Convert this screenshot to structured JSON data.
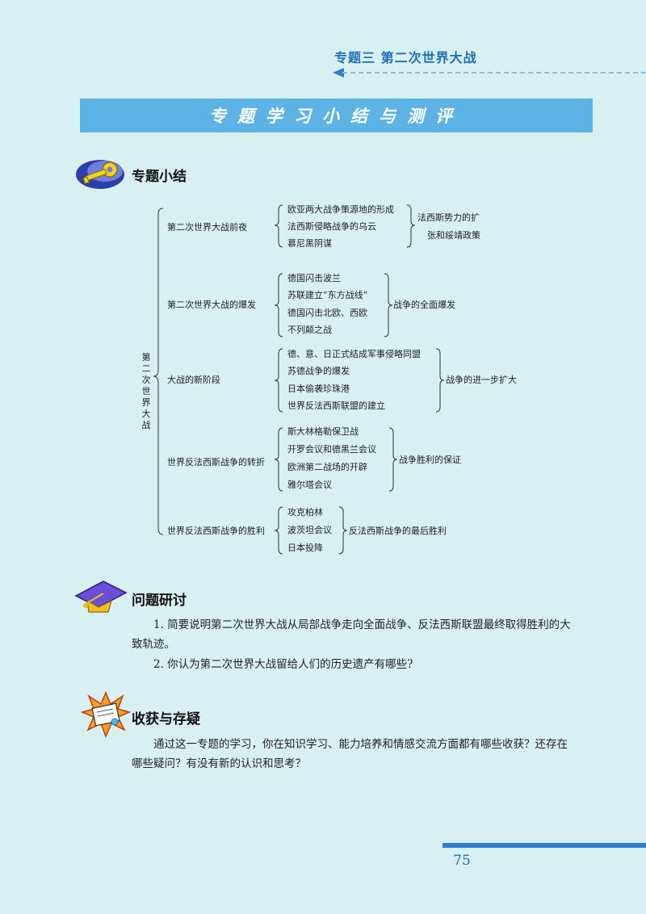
{
  "header": {
    "chapter_title": "专题三   第二次世界大战"
  },
  "banner": {
    "title": "专题学习小结与测评"
  },
  "summary": {
    "heading": "专题小结",
    "root_chars": [
      "第",
      "二",
      "次",
      "世",
      "界",
      "大",
      "战"
    ],
    "branches": [
      {
        "label": "第二次世界大战前夜",
        "items": [
          "欧亚两大战争策源地的形成",
          "法西斯侵略战争的乌云",
          "慕尼黑阴谋"
        ],
        "result_lines": [
          "法西斯势力的扩",
          "张和绥靖政策"
        ]
      },
      {
        "label": "第二次世界大战的爆发",
        "items": [
          "德国闪击波兰",
          "苏联建立“东方战线”",
          "德国闪击北欧、西欧",
          "不列颠之战"
        ],
        "result_lines": [
          "战争的全面爆发"
        ]
      },
      {
        "label": "大战的新阶段",
        "items": [
          "德、意、日正式结成军事侵略同盟",
          "苏德战争的爆发",
          "日本偷袭珍珠港",
          "世界反法西斯联盟的建立"
        ],
        "result_lines": [
          "战争的进一步扩大"
        ]
      },
      {
        "label": "世界反法西斯战争的转折",
        "items": [
          "斯大林格勒保卫战",
          "开罗会议和德黑兰会议",
          "欧洲第二战场的开辟",
          "雅尔塔会议"
        ],
        "result_lines": [
          "战争胜利的保证"
        ]
      },
      {
        "label": "世界反法西斯战争的胜利",
        "items": [
          "攻克柏林",
          "波茨坦会议",
          "日本投降"
        ],
        "result_lines": [
          "反法西斯战争的最后胜利"
        ]
      }
    ]
  },
  "discussion": {
    "heading": "问题研讨",
    "q1_line1": "1. 简要说明第二次世界大战从局部战争走向全面战争、反法西斯联盟最终取得胜利的大",
    "q1_line2": "致轨迹。",
    "q2": "2. 你认为第二次世界大战留给人们的历史遗产有哪些?"
  },
  "reflection": {
    "heading": "收获与存疑",
    "line1": "通过这一专题的学习，你在知识学习、能力培养和情感交流方面都有哪些收获？还存在",
    "line2": "哪些疑问？有没有新的认识和思考？"
  },
  "footer": {
    "page_number": "75"
  },
  "colors": {
    "background": "#d8f0f1",
    "banner": "#5db3e6",
    "accent_blue": "#2f7fd0",
    "chapter_text": "#1f6fb8"
  }
}
